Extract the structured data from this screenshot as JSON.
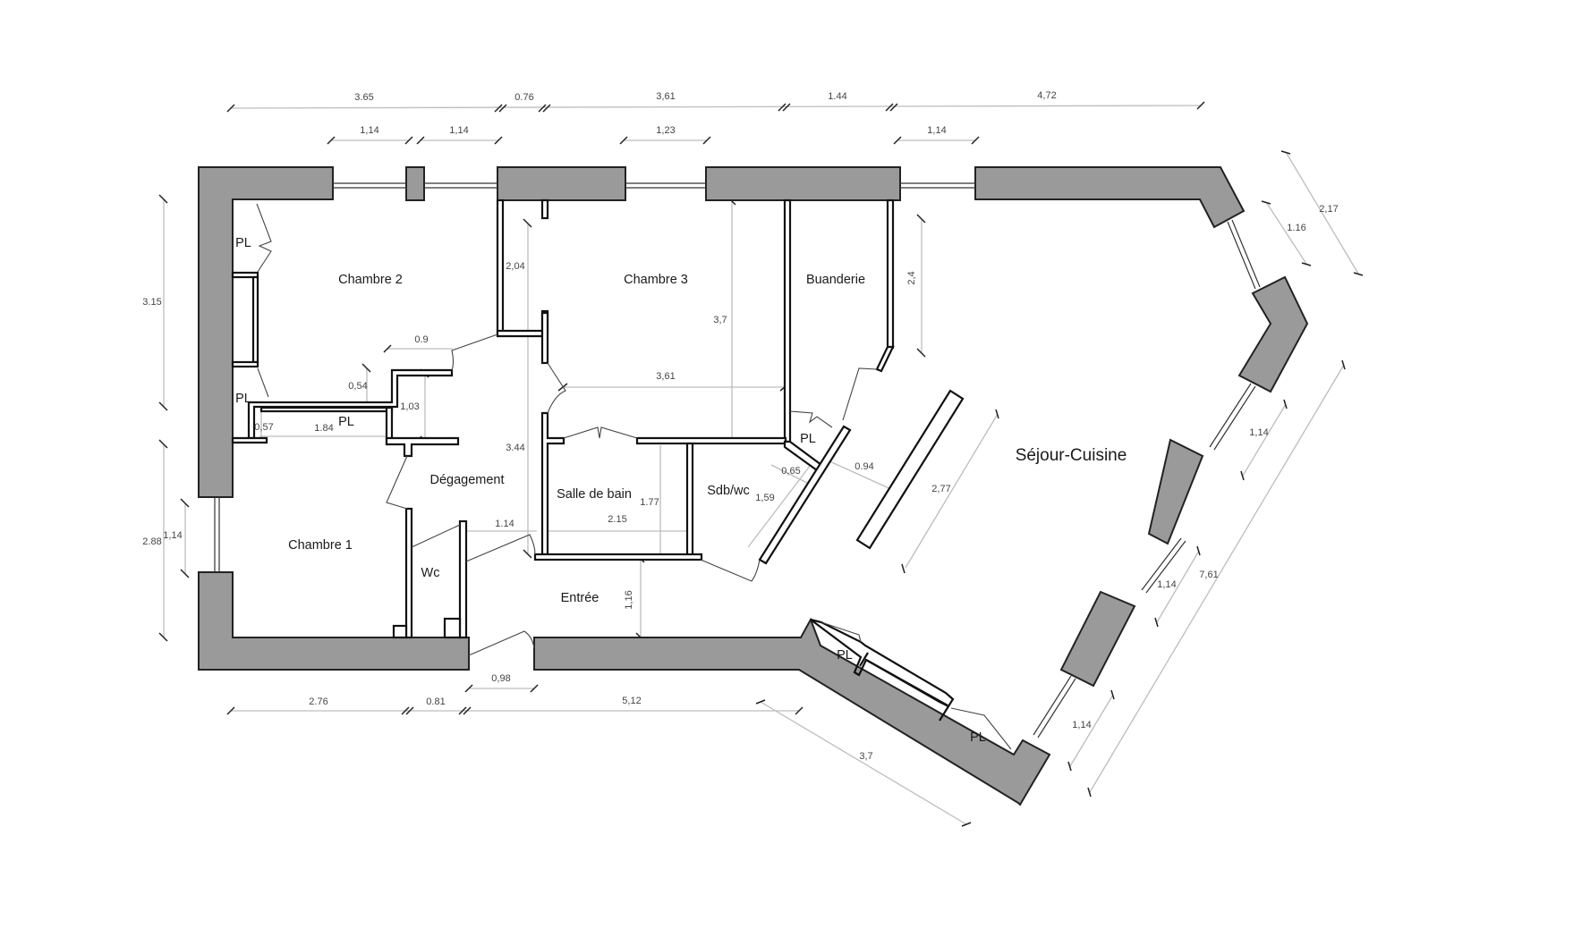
{
  "plan": {
    "rooms": {
      "chambre1": "Chambre 1",
      "chambre2": "Chambre 2",
      "chambre3": "Chambre 3",
      "buanderie": "Buanderie",
      "degagement": "Dégagement",
      "salle_de_bain": "Salle de bain",
      "sdb_wc": "Sdb/wc",
      "wc": "Wc",
      "entree": "Entrée",
      "sejour_cuisine": "Séjour-Cuisine"
    },
    "closets": {
      "pl_ch2_top": "PL",
      "pl_ch2_bottom": "PL",
      "pl_corridor": "PL",
      "pl_buanderie": "PL",
      "pl_sejour_1": "PL",
      "pl_sejour_2": "PL"
    },
    "dimensions_top": {
      "d1": "3.65",
      "d2": "0.76",
      "d3": "3,61",
      "d4": "1.44",
      "d5": "4,72"
    },
    "dimensions_windows_top": {
      "w1": "1,14",
      "w2": "1,14",
      "w3": "1,23",
      "w4": "1,14"
    },
    "dimensions_left": {
      "h1": "3.15",
      "h2": "2.88",
      "w_left": "1,14"
    },
    "dimensions_bottom": {
      "b1": "2.76",
      "b2": "0.81",
      "b3": "5,12",
      "door": "0,98",
      "b4": "3,7"
    },
    "dimensions_right": {
      "r1": "2,17",
      "r2": "1.16",
      "r3": "1,14",
      "r4": "1,14",
      "r5": "7,61",
      "r6": "1,14"
    },
    "dimensions_interior": {
      "ch2_door": "0.9",
      "pl_depth": "0,54",
      "pl_width": "0,57",
      "pl_len": "1.84",
      "deg_width": "1,03",
      "ch3_left": "2,04",
      "ch3_height": "3,7",
      "ch3_width": "3,61",
      "buand_h": "2,4",
      "deg_len": "3.44",
      "wc_door": "1.14",
      "sdb_w": "2.15",
      "sdb_h": "1.77",
      "entree_h": "1,16",
      "sdbwc_a": "0,65",
      "sdbwc_b": "1,59",
      "counter_gap": "0.94",
      "counter_len": "2,77"
    }
  }
}
